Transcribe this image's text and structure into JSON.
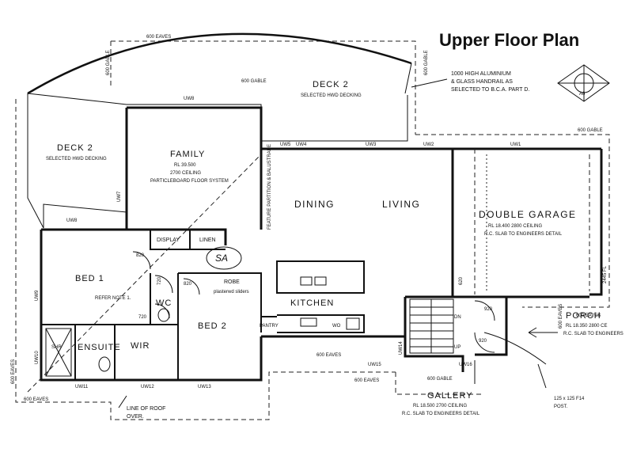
{
  "title": "Upper Floor Plan",
  "notes": {
    "handrail": [
      "1000 HIGH ALUMINIUM",
      "& GLASS HANDRAIL AS",
      "SELECTED TO B.C.A. PART D."
    ],
    "roof_line": [
      "LINE OF ROOF",
      "OVER."
    ],
    "refer_note": "REFER NOTE 1.",
    "partition": "FEATURE PARTITION & BALUSTRADE",
    "post": [
      "125 x 125 F14",
      "POST."
    ],
    "compass": "A6"
  },
  "rooms": {
    "deck2_top": {
      "name": "DECK 2",
      "detail": "SELECTED HWD DECKING"
    },
    "deck2_left": {
      "name": "DECK 2",
      "detail": "SELECTED HWD DECKING"
    },
    "family": {
      "name": "FAMILY",
      "rl": "RL 39.500",
      "ceiling": "2700 CEILING",
      "floor": "PARTICLEBOARD FLOOR SYSTEM"
    },
    "dining": "DINING",
    "living": "LIVING",
    "garage": {
      "name": "DOUBLE GARAGE",
      "rl": "RL 18.400  2800 CEILING",
      "slab": "R.C. SLAB TO ENGINEERS DETAIL"
    },
    "display": "DISPLAY",
    "linen": "LINEN",
    "bed1": "BED 1",
    "bed2": "BED 2",
    "robe": "ROBE",
    "robe_detail": "plasterwd sliders",
    "wc": "WC",
    "wir": "WIR",
    "ensuite": "ENSUITE",
    "shr": "SHR",
    "kitchen": "KITCHEN",
    "pantry": "PANTRY",
    "wo": "WO",
    "porch": {
      "name": "PORCH",
      "rl": "RL 18.350  2800 CE",
      "slab": "R.C. SLAB TO ENGINEERS"
    },
    "gallery": {
      "name": "GALLERY",
      "rl": "RL 18.500   2700 CEILING",
      "slab": "R.C. SLAB TO ENGINEERS DETAIL"
    },
    "sa": "SA"
  },
  "dimensions": {
    "eaves_600": "600 EAVES",
    "gable_600": "600 GABLE",
    "fl_2445": "2445 FL"
  },
  "windows": {
    "uw8": "UW8",
    "uw5": "UW5",
    "uw4": "UW4",
    "uw3": "UW3",
    "uw2": "UW2",
    "uw1": "UW1",
    "uw7": "UW7",
    "uw9": "UW9",
    "uw10": "UW10",
    "uw11": "UW11",
    "uw12": "UW12",
    "uw13": "UW13",
    "uw14": "UW14",
    "uw15": "UW15",
    "uw16": "UW16"
  },
  "door_labels": {
    "d820": "820",
    "d720": "720",
    "d620": "620",
    "d920": "920"
  },
  "stairs": {
    "up": "UP",
    "dn": "DN"
  }
}
